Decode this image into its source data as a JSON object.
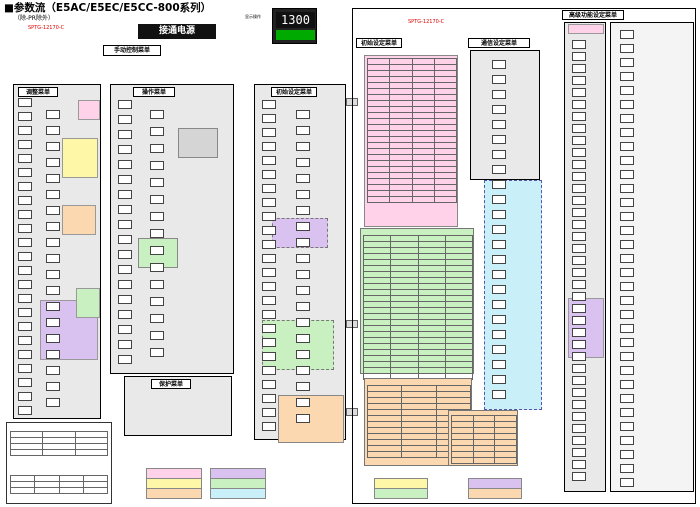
{
  "title": "■参数流（E5AC/E5EC/E5CC-800系列）",
  "subtitle": "（除-PR除外）",
  "model_code": "SPTG-12170-C",
  "model_code_2": "SPTG-12170-C",
  "power_on": "接通电源",
  "display_value": "1300",
  "display_label": "显示操作",
  "sections": {
    "manual": "手动控制菜单",
    "adjust": "调整菜单",
    "operation": "操作菜单",
    "initial": "初始设定菜单",
    "initial_2": "初始设定菜单",
    "communication": "通信设定菜单",
    "protect": "保护菜单",
    "advanced": "高级功能设定菜单"
  },
  "colors": {
    "pink": "#ffd2ea",
    "yellow": "#fff7a8",
    "green": "#c9f0c0",
    "purple": "#d9c2f0",
    "blue": "#c9f0f8",
    "orange": "#fbd8b0"
  }
}
